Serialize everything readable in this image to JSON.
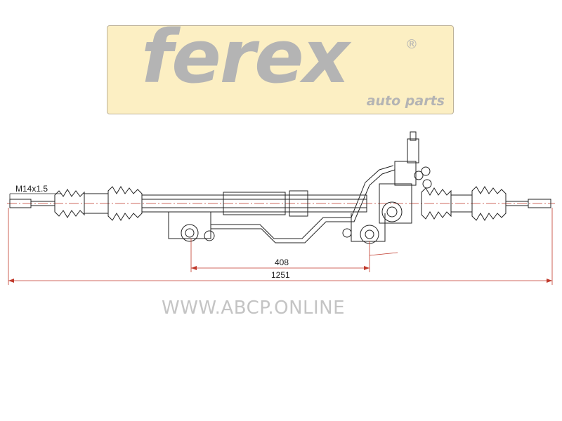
{
  "logo": {
    "wordmark": "ferex",
    "registered": "®",
    "tagline": "auto parts"
  },
  "drawing": {
    "thread_label": "M14x1.5",
    "dimension_inner": "408",
    "dimension_overall": "1251"
  },
  "watermark": "WWW.ABCP.ONLINE",
  "colors": {
    "logo_background": "#fcefc3",
    "logo_text": "#b4b4b4",
    "dimension_line": "#c0392b",
    "outline": "#222222",
    "watermark": "#c4c4c4"
  }
}
